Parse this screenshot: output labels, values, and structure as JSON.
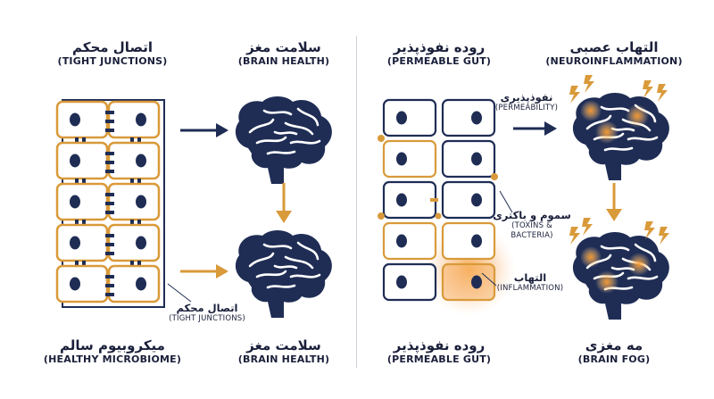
{
  "left": {
    "tight_junctions": {
      "fa": "اتصال محکم",
      "en": "(TIGHT JUNCTIONS)"
    },
    "brain_health_top": {
      "fa": "سلامت مغز",
      "en": "(BRAIN HEALTH)"
    },
    "junction_callout": {
      "fa": "اتصال محکم",
      "en": "(TIGHT JUNCTIONS)"
    },
    "healthy_microbiome": {
      "fa": "میکروبیوم سالم",
      "en": "(HEALTHY MICROBIOME)"
    },
    "brain_health_bottom": {
      "fa": "سلامت مغز",
      "en": "(BRAIN HEALTH)"
    }
  },
  "right": {
    "permeable_gut_top": {
      "fa": "روده نفوذپذیر",
      "en": "(PERMEABLE GUT)"
    },
    "neuroinflammation": {
      "fa": "التهاب عصبی",
      "en": "(NEUROINFLAMMATION)"
    },
    "permeability": {
      "fa": "نفوذپذیری",
      "en": "(PERMEABILITY)"
    },
    "toxins": {
      "fa": "سموم و باکتری",
      "en1": "(TOXINS &",
      "en2": "BACTERIA)"
    },
    "inflammation": {
      "fa": "التهاب",
      "en": "(INFLAMMATION)"
    },
    "permeable_gut_bottom": {
      "fa": "روده نفوذپذیر",
      "en": "(PERMEABLE GUT)"
    },
    "brain_fog": {
      "fa": "مه مغزی",
      "en": "(BRAIN FOG)"
    }
  },
  "colors": {
    "navy": "#1f2d55",
    "orange": "#d99a3a",
    "glow": "#f39a2b",
    "divider": "#cfd3da"
  },
  "icons": [
    "brain-icon",
    "intestinal-cell-icon",
    "right-arrow-icon",
    "down-arrow-icon",
    "lightning-icon"
  ]
}
